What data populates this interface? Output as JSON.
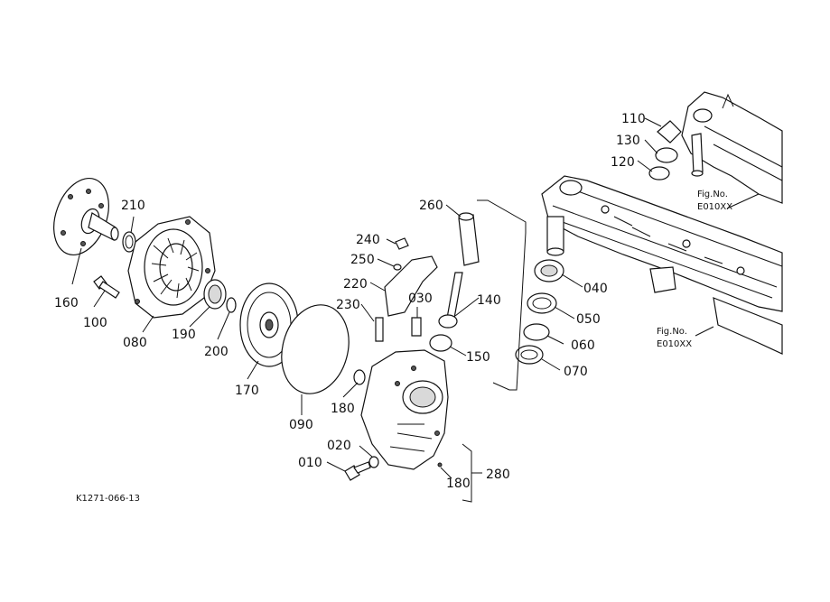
{
  "labels": {
    "p110": "110",
    "p130": "130",
    "p120": "120",
    "p210": "210",
    "p160": "160",
    "p100": "100",
    "p080": "080",
    "p190": "190",
    "p200": "200",
    "p170": "170",
    "p090": "090",
    "p180a": "180",
    "p180b": "180",
    "p240": "240",
    "p250": "250",
    "p220": "220",
    "p230": "230",
    "p030": "030",
    "p260": "260",
    "p140": "140",
    "p150": "150",
    "p040": "040",
    "p050": "050",
    "p060": "060",
    "p070": "070",
    "p020": "020",
    "p010": "010",
    "p280": "280"
  },
  "fig_refs": {
    "top_line1": "Fig.No.",
    "top_line2": "E010XX",
    "mid_line1": "Fig.No.",
    "mid_line2": "E010XX"
  },
  "code": "K1271-066-13"
}
